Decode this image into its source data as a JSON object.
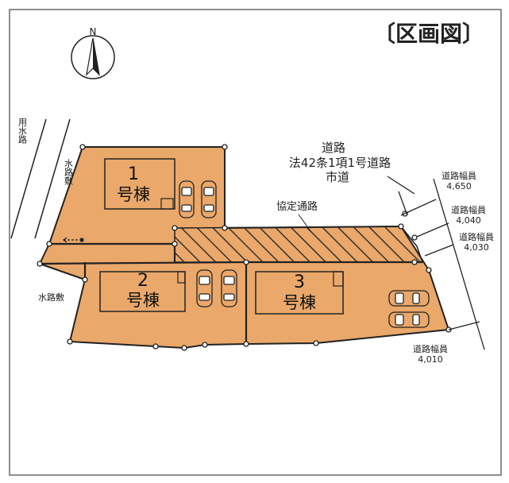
{
  "title": "〔区画図〕",
  "compass": {
    "label": "N",
    "icon": "north-arrow-icon"
  },
  "water_channel": {
    "label": "用水路"
  },
  "water_plot_left_top": {
    "label": "水路敷"
  },
  "water_plot_left_bottom": {
    "label": "水路敷"
  },
  "main_road": {
    "line1": "道路",
    "line2": "法42条1項1号道路",
    "line3": "市道"
  },
  "agreement_road": {
    "label": "協定通路"
  },
  "road_widths": [
    {
      "label": "道路幅員",
      "value": "4,650"
    },
    {
      "label": "道路幅員",
      "value": "4,040"
    },
    {
      "label": "道路幅員",
      "value": "4,030"
    },
    {
      "label": "道路幅員",
      "value": "4,010"
    }
  ],
  "lots": [
    {
      "number": "1",
      "name": "号棟"
    },
    {
      "number": "2",
      "name": "号棟"
    },
    {
      "number": "3",
      "name": "号棟"
    }
  ],
  "colors": {
    "lot_fill": "#eaa86a",
    "outline": "#222222",
    "hatch": "#333333"
  }
}
